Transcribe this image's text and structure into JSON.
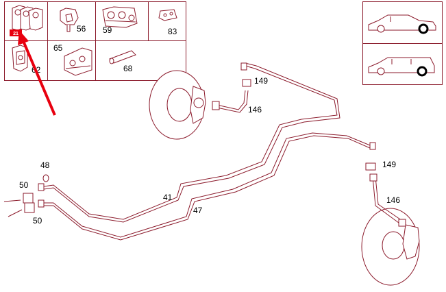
{
  "diagram": {
    "line_color": "#8b1a2b",
    "highlight_color": "#e8000f",
    "parts_grid": {
      "cells": [
        {
          "part": "21",
          "highlighted": true
        },
        {
          "part": "56",
          "highlighted": false
        },
        {
          "part": "59",
          "highlighted": false
        },
        {
          "part": "83",
          "highlighted": false
        },
        {
          "part": "62",
          "highlighted": false
        },
        {
          "part": "65",
          "highlighted": false
        },
        {
          "part": "68",
          "highlighted": false
        }
      ]
    },
    "callouts": {
      "c48": "48",
      "c50_top": "50",
      "c50_bottom": "50",
      "c41": "41",
      "c47": "47",
      "c149_top": "149",
      "c146_top": "146",
      "c149_bottom": "149",
      "c146_bottom": "146"
    },
    "vehicle_variants": [
      "sedan-icon",
      "wagon-icon"
    ]
  }
}
